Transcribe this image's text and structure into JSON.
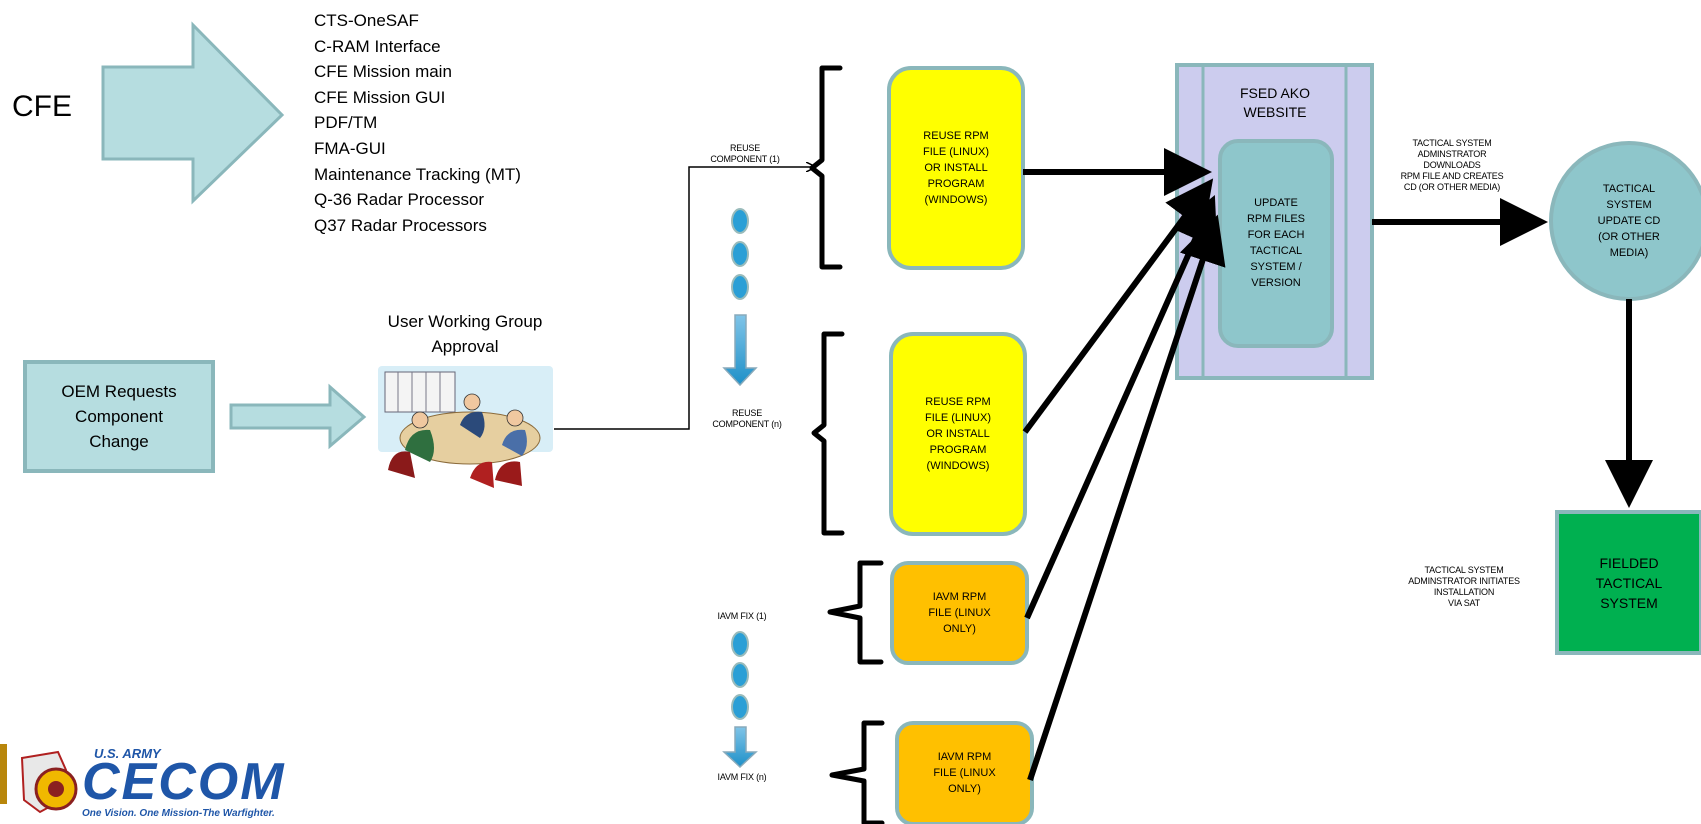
{
  "cfe_label": "CFE",
  "components": [
    "CTS-OneSAF",
    "C-RAM Interface",
    "CFE Mission main",
    "CFE Mission GUI",
    "PDF/TM",
    "FMA-GUI",
    "Maintenance Tracking (MT)",
    "Q-36 Radar Processor",
    "Q37 Radar Processors"
  ],
  "oem_box": [
    "OEM Requests",
    "Component",
    "Change"
  ],
  "uwg_label": [
    "User Working Group",
    "Approval"
  ],
  "labels": {
    "reuse_1": [
      "REUSE",
      "COMPONENT (1)"
    ],
    "reuse_n": [
      "REUSE",
      "COMPONENT (n)"
    ],
    "iavm_1": "IAVM FIX (1)",
    "iavm_n": "IAVM FIX (n)",
    "downloads": [
      "TACTICAL SYSTEM",
      "ADMINSTRATOR",
      "DOWNLOADS",
      "RPM FILE AND CREATES",
      "CD (OR OTHER MEDIA)"
    ],
    "initiates": [
      "TACTICAL SYSTEM",
      "ADMINSTRATOR INITIATES",
      "INSTALLATION",
      "VIA SAT"
    ]
  },
  "boxes": {
    "reuse_rpm_1": [
      "REUSE RPM",
      "FILE (LINUX)",
      "OR INSTALL",
      "PROGRAM",
      "(WINDOWS)"
    ],
    "reuse_rpm_n": [
      "REUSE RPM",
      "FILE (LINUX)",
      "OR INSTALL",
      "PROGRAM",
      "(WINDOWS)"
    ],
    "iavm_rpm_1": [
      "IAVM RPM",
      "FILE (LINUX",
      "ONLY)"
    ],
    "iavm_rpm_n": [
      "IAVM RPM",
      "FILE (LINUX",
      "ONLY)"
    ],
    "fsed_title": [
      "FSED AKO",
      "WEBSITE"
    ],
    "update_rpm": [
      "UPDATE",
      "RPM FILES",
      "FOR EACH",
      "TACTICAL",
      "SYSTEM /",
      "VERSION"
    ],
    "tactical_cd": [
      "TACTICAL",
      "SYSTEM",
      "UPDATE CD",
      "(OR OTHER",
      "MEDIA)"
    ],
    "fielded": [
      "FIELDED",
      "TACTICAL",
      "SYSTEM"
    ]
  },
  "logo": {
    "org": "U.S. ARMY",
    "name": "CECOM",
    "tagline": "One Vision. One Mission-The Warfighter."
  },
  "colors": {
    "light_teal": "#b6dde0",
    "teal_border": "#8ab7bb",
    "yellow": "#ffff00",
    "orange": "#ffc000",
    "lavender": "#ccccee",
    "update_box": "#8ec6cb",
    "green": "#00b050",
    "blue_dot": "#2a9fd6",
    "logo_blue": "#1f56a8"
  }
}
